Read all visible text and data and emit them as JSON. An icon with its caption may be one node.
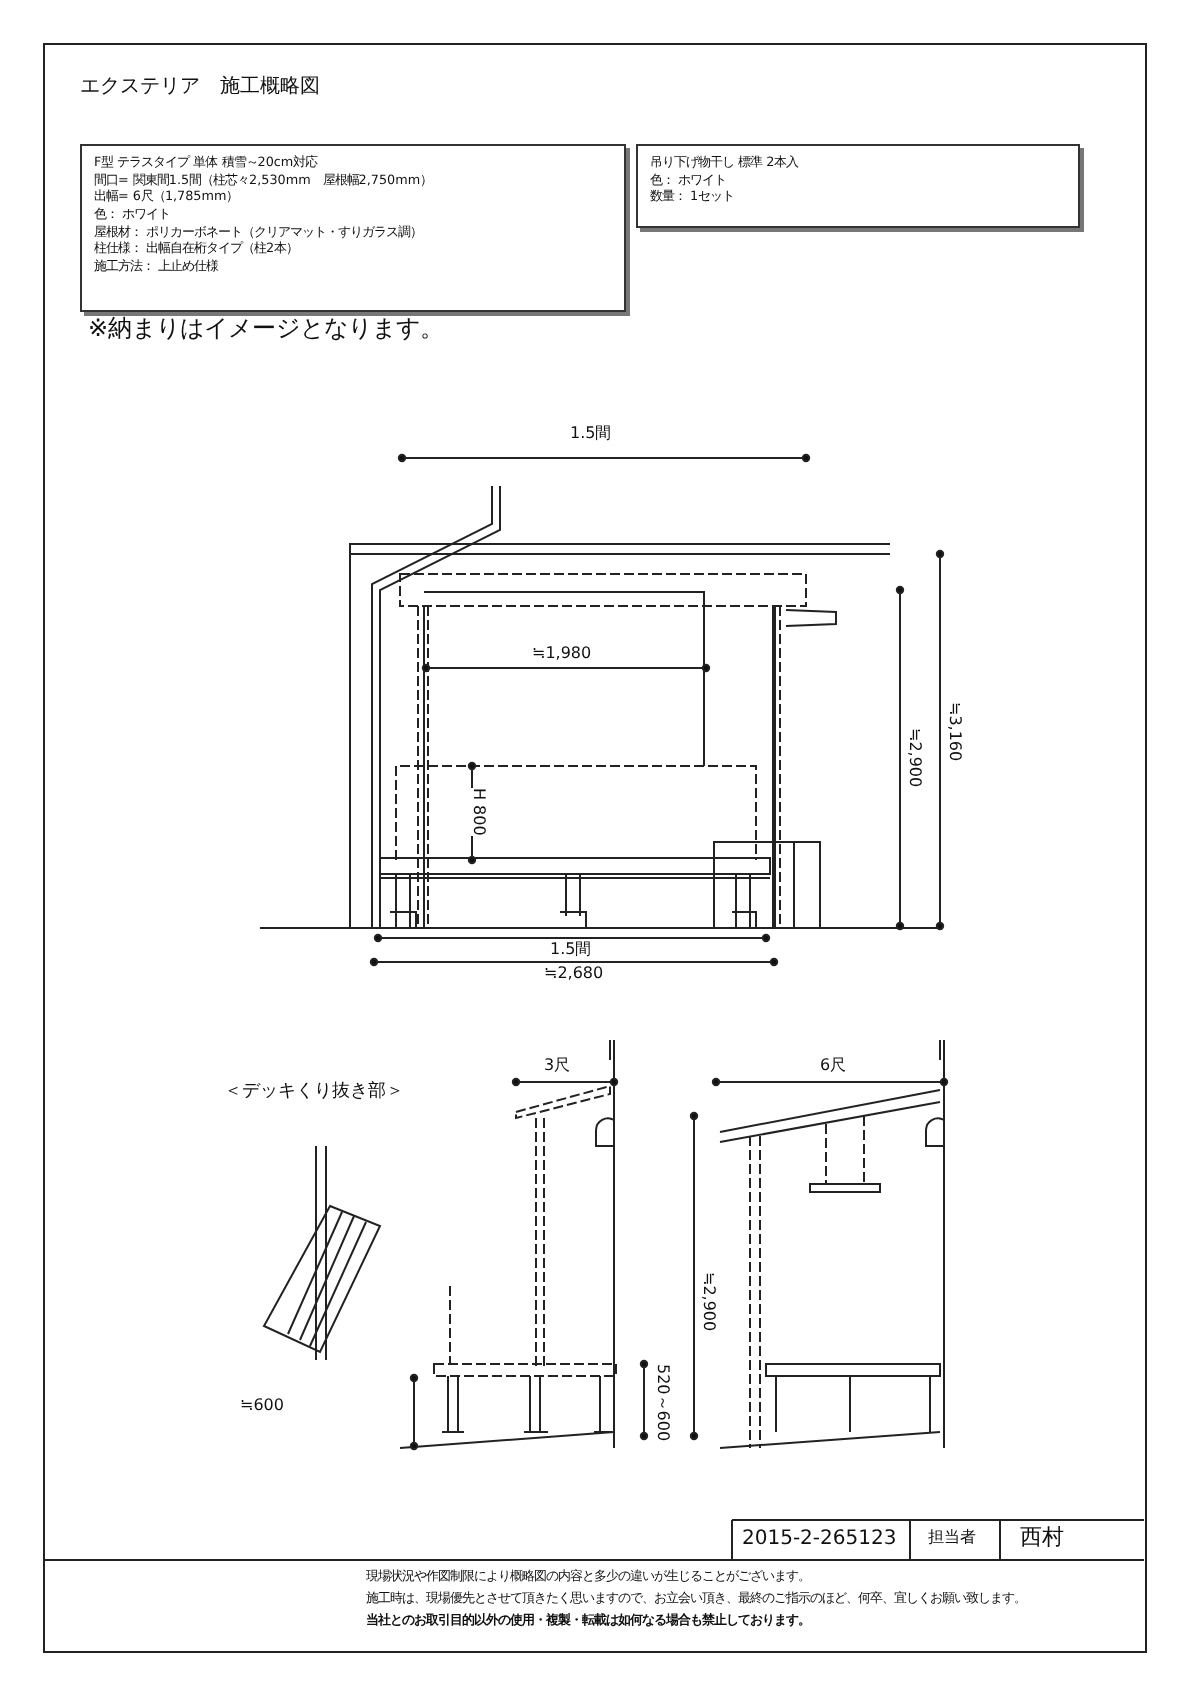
{
  "diagram": {
    "title": "エクステリア　施工概略図",
    "nodes": [
      {
        "text": [
          "F型 テラスタイプ 単体 積雪～20cm対応",
          "間口= 関東間1.5間（柱芯々2,530mm　屋根幅2,750mm）",
          "出幅= 6尺（1,785mm）",
          "色： ホワイト",
          "屋根材： ポリカーボネート（クリアマット・すりガラス調）",
          "柱仕様： 出幅自在桁タイプ（柱2本）",
          "施工方法： 上止め仕様"
        ]
      },
      {
        "text": [
          "吊り下げ物干し 標準 2本入",
          "色： ホワイト",
          "数量： 1セット"
        ]
      }
    ],
    "labels": [
      "※納まりはイメージとなります。",
      "1.5間",
      "≒1,980",
      "H 800",
      "≒2,900",
      "≒3,160",
      "1.5間",
      "≒2,680",
      "＜デッキくり抜き部＞",
      "3尺",
      "6尺",
      "≒2,900",
      "≒600",
      "520～600",
      "2015-2-265123",
      "担当者",
      "西村",
      "現場状況や作図制限により概略図の内容と多少の違いが生じることがございます。",
      "施工時は、現場優先とさせて頂きたく思いますので、お立会い頂き、最終のご指示のほど、何卒、宜しくお願い致します。",
      "当社とのお取引目的以外の使用・複製・転載は如何なる場合も禁止しております。"
    ]
  }
}
